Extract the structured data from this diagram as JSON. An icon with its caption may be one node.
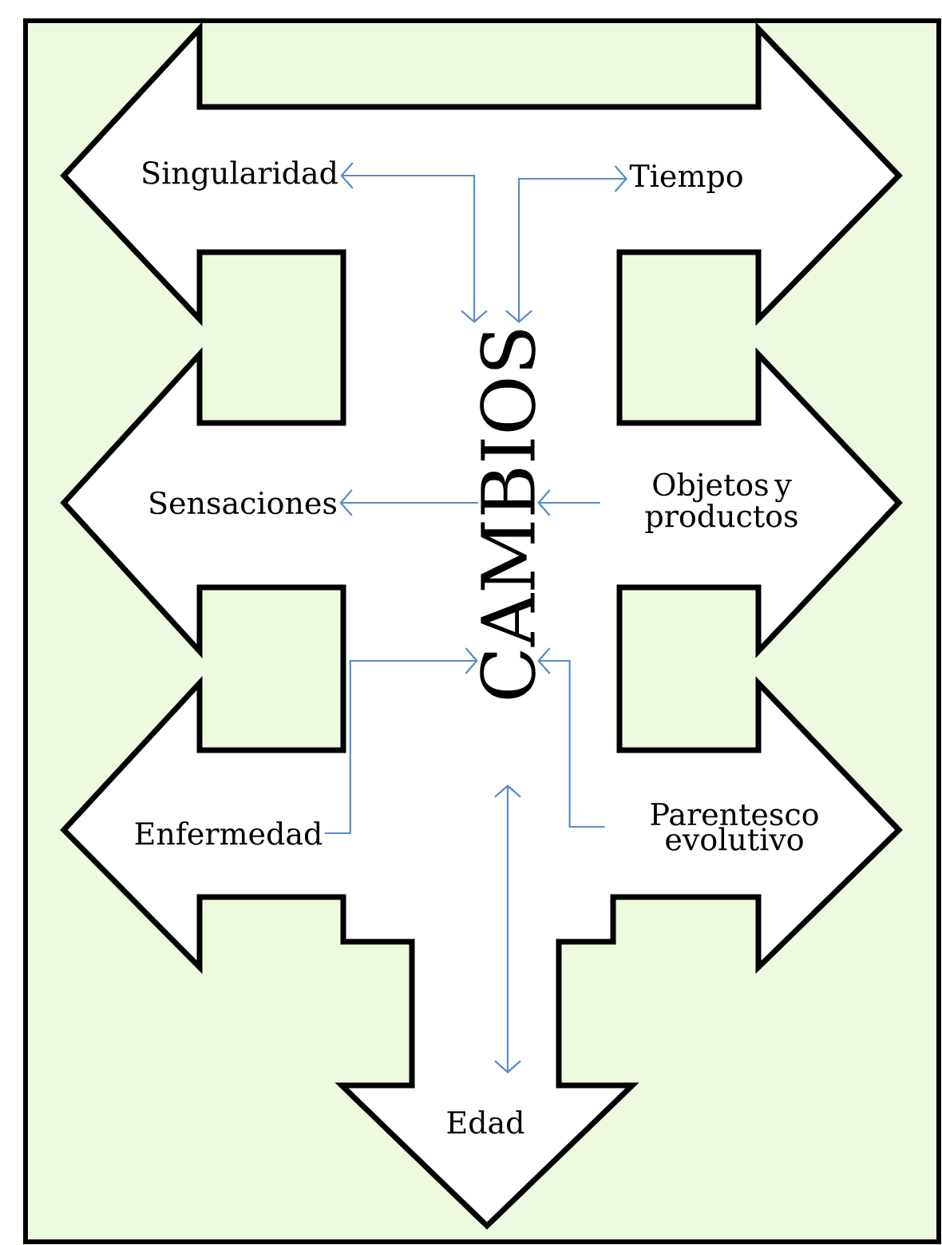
{
  "diagram": {
    "nodes": [
      {
        "text": [
          "Singularidad"
        ]
      },
      {
        "text": [
          "Tiempo"
        ]
      },
      {
        "text": [
          "CAMBIOS"
        ]
      },
      {
        "text": [
          "Sensaciones"
        ]
      },
      {
        "text": [
          "Objetos y productos"
        ]
      },
      {
        "text": [
          "Enfermedad"
        ]
      },
      {
        "text": [
          "Parentesco evolutivo"
        ]
      },
      {
        "text": [
          "Edad"
        ]
      }
    ],
    "edges": [
      {
        "from": 2,
        "to": 0,
        "arrow": "both"
      },
      {
        "from": 2,
        "to": 1,
        "arrow": "both"
      },
      {
        "from": 2,
        "to": 3,
        "arrow": "to"
      },
      {
        "from": 4,
        "to": 2,
        "arrow": "to"
      },
      {
        "from": 5,
        "to": 2,
        "arrow": "to"
      },
      {
        "from": 6,
        "to": 2,
        "arrow": "to"
      },
      {
        "from": 2,
        "to": 7,
        "arrow": "both"
      }
    ]
  }
}
